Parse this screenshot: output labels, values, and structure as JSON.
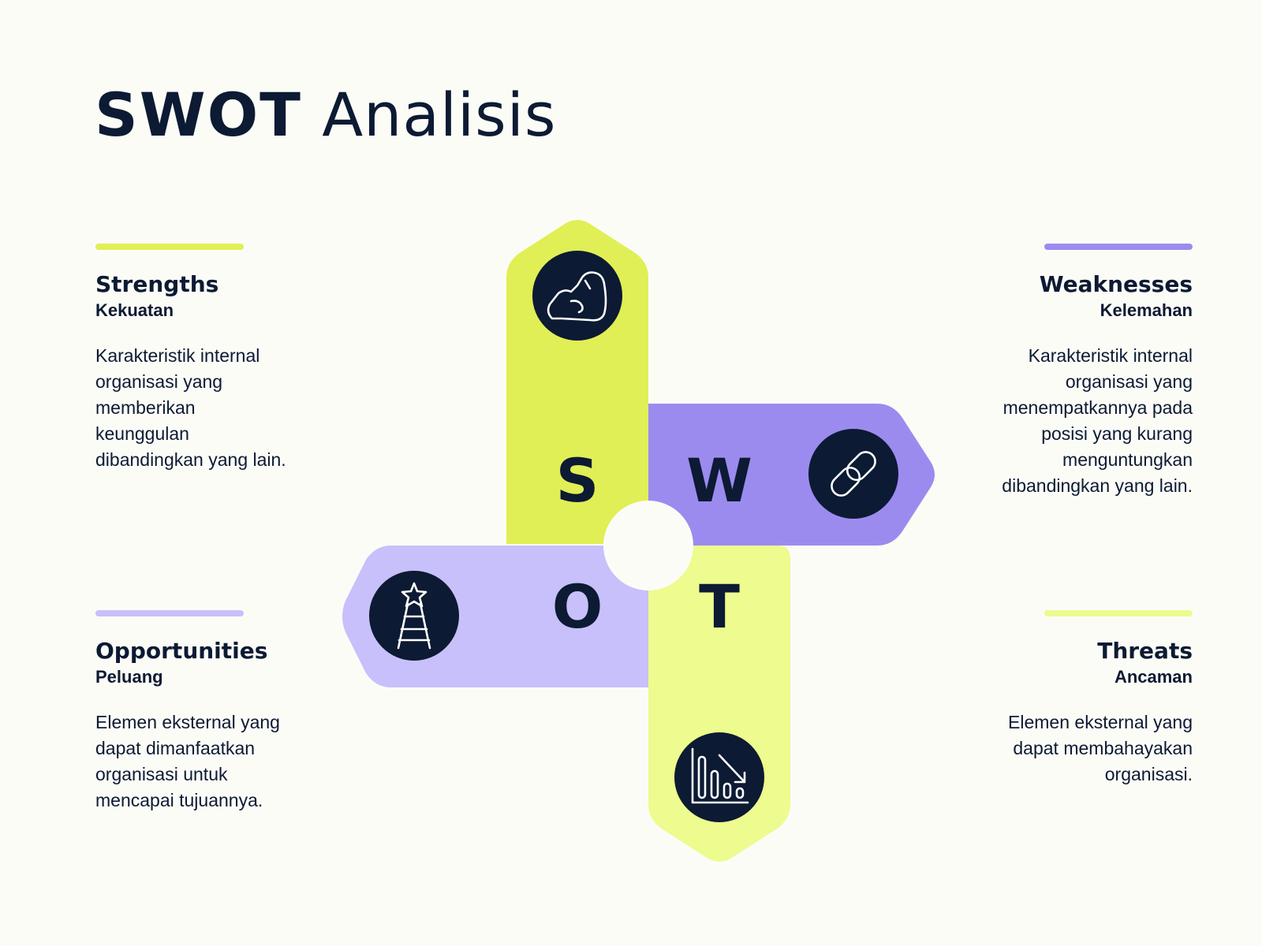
{
  "title": {
    "bold": "SWOT",
    "light": "Analisis"
  },
  "colors": {
    "strengths": "#e0ef55",
    "weaknesses": "#9b8bef",
    "opportunities": "#c8c0fb",
    "threats": "#eefb8e",
    "dark": "#0c1a33"
  },
  "quadrants": {
    "strengths": {
      "letter": "S",
      "heading": "Strengths",
      "subheading": "Kekuatan",
      "description": "Karakteristik internal organisasi yang memberikan keunggulan dibandingkan yang lain.",
      "icon": "flexed-arm-icon"
    },
    "weaknesses": {
      "letter": "W",
      "heading": "Weaknesses",
      "subheading": "Kelemahan",
      "description": "Karakteristik internal organisasi yang menempatkannya pada posisi yang kurang menguntungkan dibandingkan yang lain.",
      "icon": "chain-link-icon"
    },
    "opportunities": {
      "letter": "O",
      "heading": "Opportunities",
      "subheading": "Peluang",
      "description": "Elemen eksternal yang dapat dimanfaatkan organisasi untuk mencapai tujuannya.",
      "icon": "ladder-star-icon"
    },
    "threats": {
      "letter": "T",
      "heading": "Threats",
      "subheading": "Ancaman",
      "description": "Elemen eksternal yang dapat membahayakan organisasi.",
      "icon": "declining-chart-icon"
    }
  }
}
